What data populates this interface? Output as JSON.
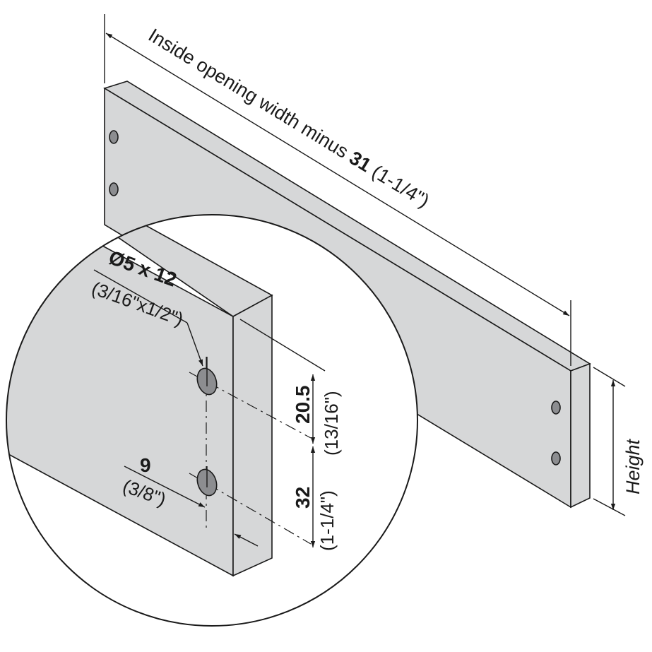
{
  "colors": {
    "face": "#d6d7d8",
    "hole": "#8c8d90",
    "line": "#1a1a1a"
  },
  "labels": {
    "width_prefix": "Inside opening width minus ",
    "width_value": "31",
    "width_imperial": " (1-1/4\")",
    "height": "Height",
    "hole_spec": "Ø5 x 12",
    "hole_spec_imperial": "(3/16\"x1/2\")",
    "edge_offset": "9",
    "edge_offset_imperial": "(3/8\")",
    "top_offset": "20.5",
    "top_offset_imperial": "(13/16\")",
    "hole_spacing": "32",
    "hole_spacing_imperial": "(1-1/4\")"
  }
}
